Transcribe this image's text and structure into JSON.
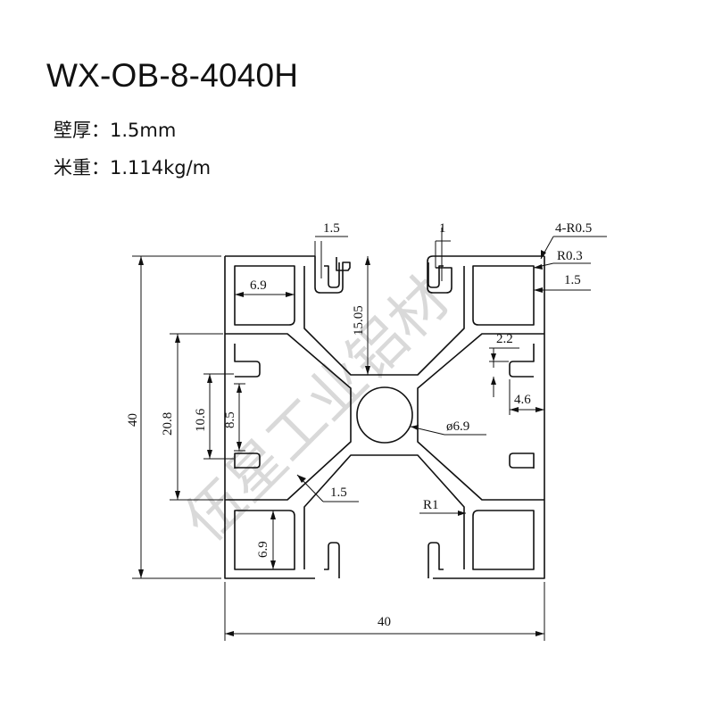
{
  "title": "WX-OB-8-4040H",
  "specs": {
    "wall_label": "壁厚：",
    "wall_value": "1.5mm",
    "weight_label": "米重：",
    "weight_value": "1.114kg/m"
  },
  "watermark": "伍星工业铝材",
  "dimensions": {
    "overall_width": "40",
    "overall_height": "40",
    "wall_top": "1.5",
    "slot_lip": "1",
    "corner_radius": "4-R0.5",
    "inner_radius": "R0.3",
    "wall_right": "1.5",
    "cavity_width": "6.9",
    "cavity_height": "6.9",
    "slot_depth": "15.05",
    "lip_height": "2.2",
    "lip_width": "4.6",
    "slot_outer": "20.8",
    "slot_middle": "10.6",
    "slot_inner": "8.5",
    "center_hole": "ø6.9",
    "web_thickness": "1.5",
    "fillet": "R1"
  },
  "colors": {
    "line": "#111111",
    "watermark": "#d9d9d9"
  }
}
